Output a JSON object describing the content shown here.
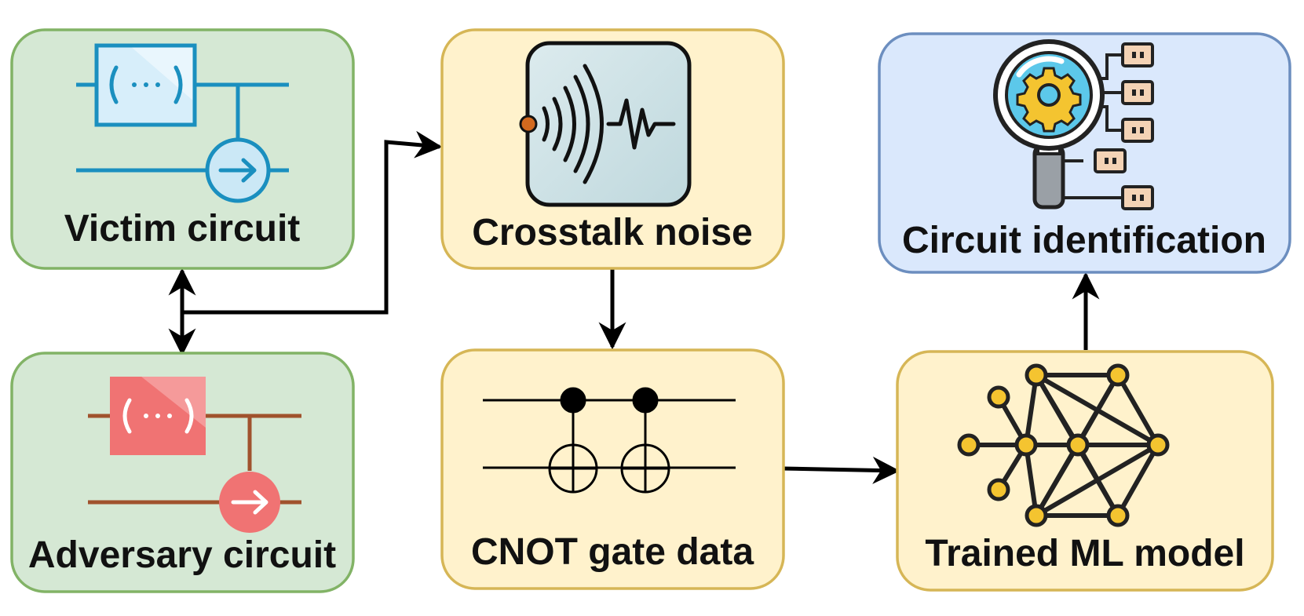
{
  "nodes": {
    "victim": {
      "label": "Victim circuit",
      "fill": "#d5e8d4",
      "stroke": "#82b366"
    },
    "adversary": {
      "label": "Adversary circuit",
      "fill": "#d5e8d4",
      "stroke": "#82b366"
    },
    "crosstalk": {
      "label": "Crosstalk noise",
      "fill": "#fff2cc",
      "stroke": "#d6b656"
    },
    "cnot": {
      "label": "CNOT gate data",
      "fill": "#fff2cc",
      "stroke": "#d6b656"
    },
    "model": {
      "label": "Trained ML model",
      "fill": "#fff2cc",
      "stroke": "#d6b656"
    },
    "identification": {
      "label": "Circuit identification",
      "fill": "#dae8fc",
      "stroke": "#6c8ebf"
    }
  },
  "icons": {
    "victim": "quantum-circuit-icon",
    "adversary": "quantum-circuit-icon",
    "crosstalk": "noise-wave-icon",
    "cnot": "cnot-gate-icon",
    "model": "neural-network-icon",
    "identification": "magnifier-gear-icon"
  },
  "edges": [
    {
      "from": "victim",
      "to": "adversary",
      "kind": "bidirectional"
    },
    {
      "from": "victim",
      "to": "crosstalk",
      "kind": "arrow"
    },
    {
      "from": "crosstalk",
      "to": "cnot",
      "kind": "arrow"
    },
    {
      "from": "cnot",
      "to": "model",
      "kind": "arrow"
    },
    {
      "from": "model",
      "to": "identification",
      "kind": "arrow"
    }
  ],
  "colors": {
    "victim_wire": "#1a8fbf",
    "adversary_wire": "#a0522d",
    "adversary_gate": "#f07373",
    "node_yellow": "#f4c430"
  }
}
